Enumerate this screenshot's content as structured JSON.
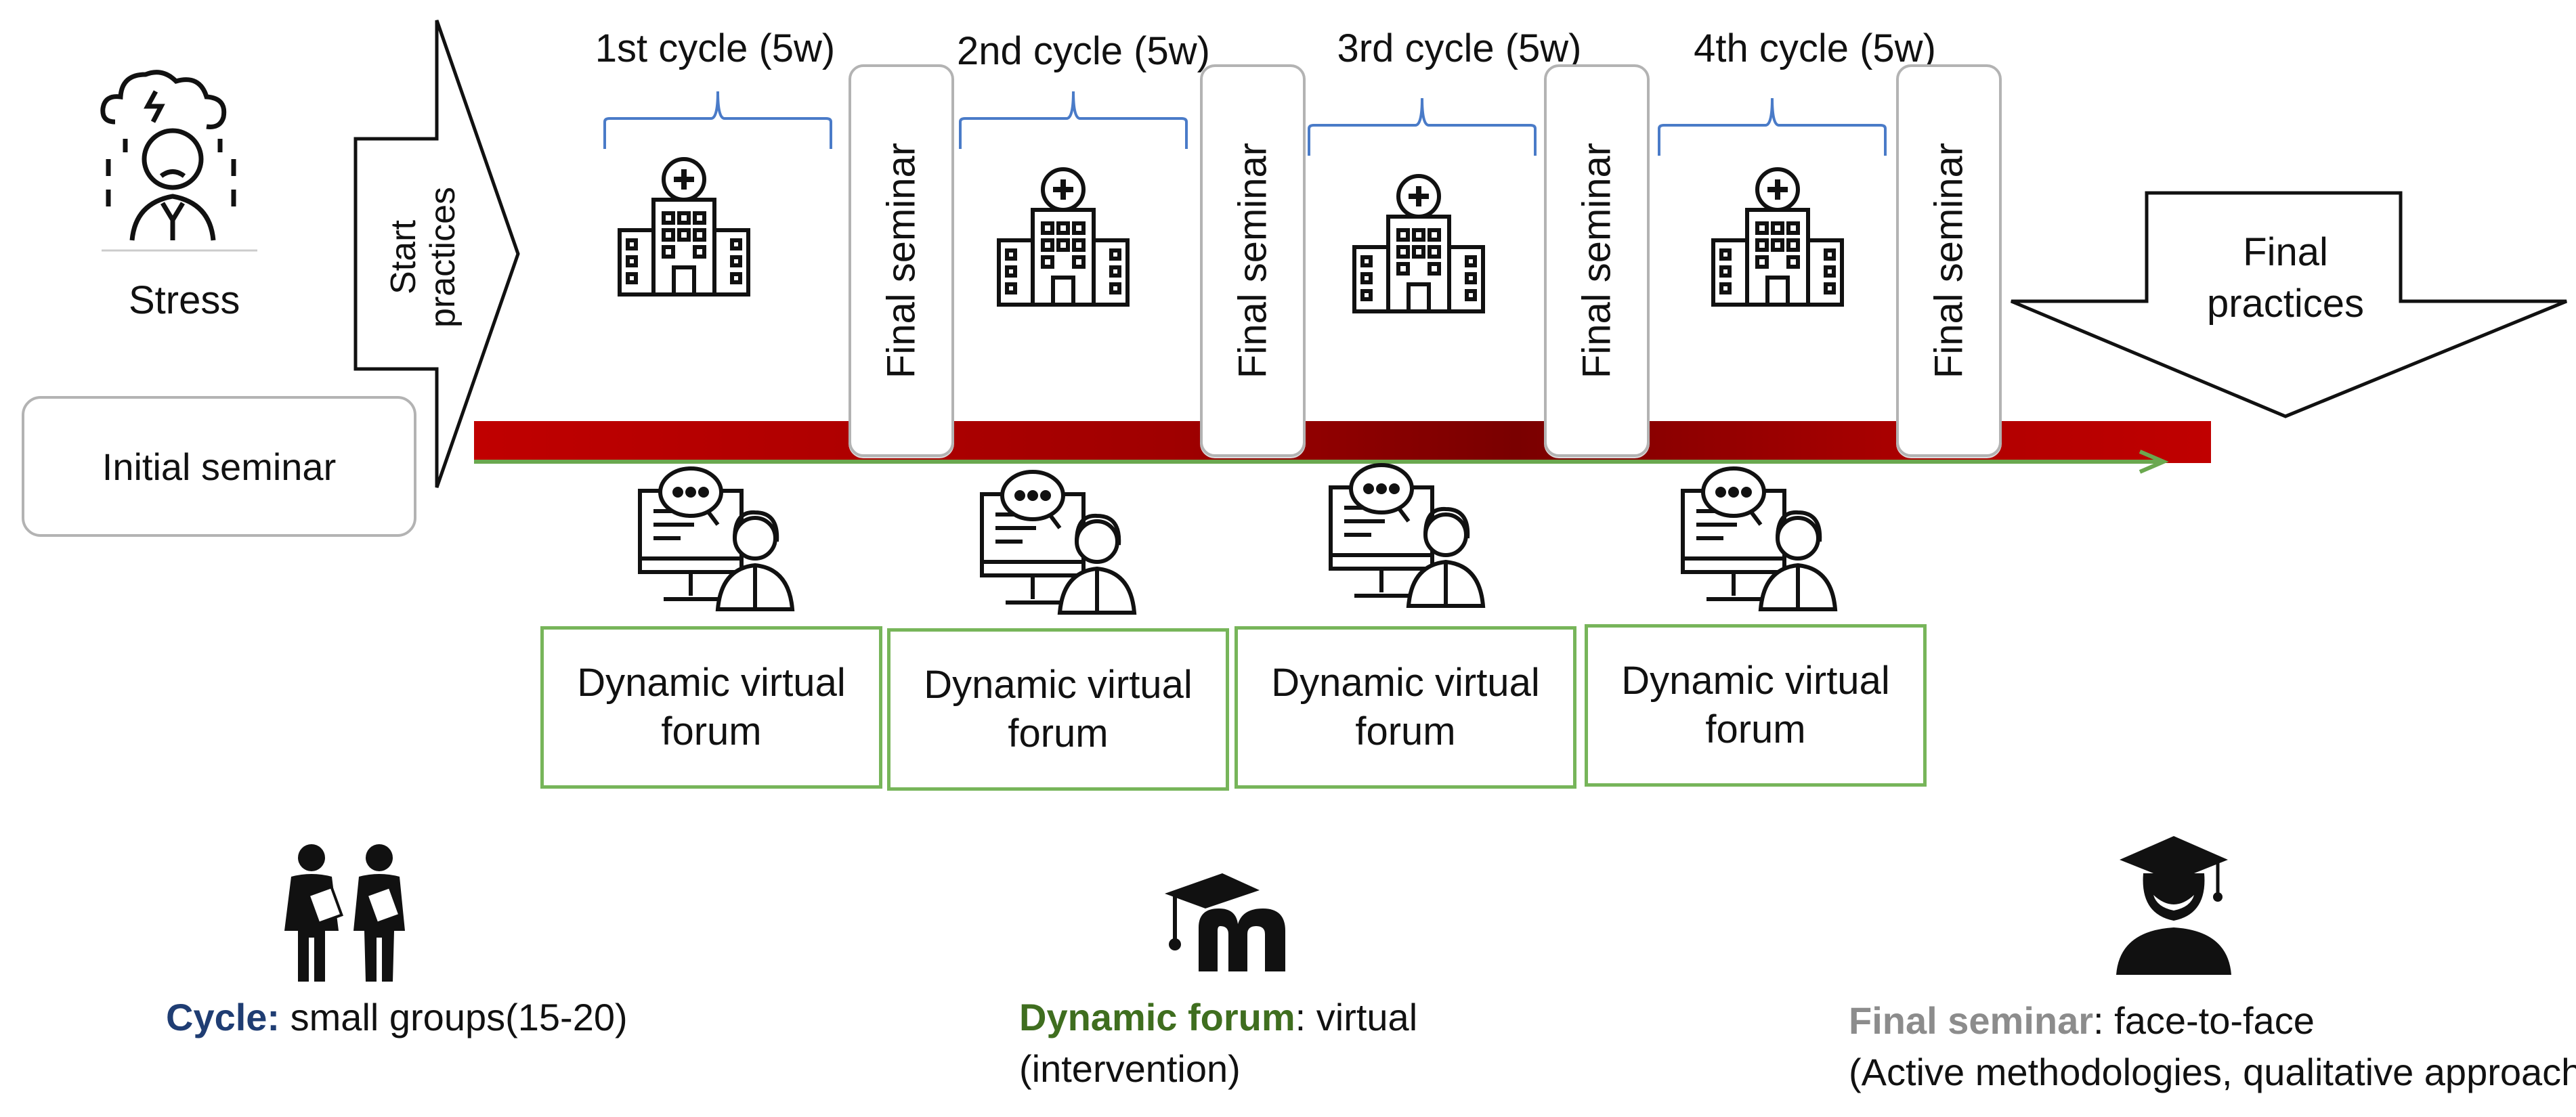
{
  "stress": {
    "label": "Stress"
  },
  "start_practices": {
    "line1": "Start",
    "line2": "practices"
  },
  "initial_seminar": {
    "label": "Initial seminar"
  },
  "cycles": [
    {
      "label": "1st cycle (5w)"
    },
    {
      "label": "2nd cycle (5w)"
    },
    {
      "label": "3rd cycle (5w)"
    },
    {
      "label": "4th cycle (5w)"
    }
  ],
  "final_seminars": [
    {
      "label": "Final seminar"
    },
    {
      "label": "Final seminar"
    },
    {
      "label": "Final seminar"
    },
    {
      "label": "Final seminar"
    }
  ],
  "forums": [
    {
      "line1": "Dynamic virtual",
      "line2": "forum"
    },
    {
      "line1": "Dynamic virtual",
      "line2": "forum"
    },
    {
      "line1": "Dynamic virtual",
      "line2": "forum"
    },
    {
      "line1": "Dynamic virtual",
      "line2": "forum"
    }
  ],
  "final_practices": {
    "line1": "Final",
    "line2": "practices"
  },
  "legend": {
    "cycle": {
      "term": "Cycle:",
      "desc": " small groups(15-20)"
    },
    "forum": {
      "term": "Dynamic forum",
      "sep": ":",
      "desc": " virtual",
      "line2": "(intervention)"
    },
    "seminar": {
      "term": "Final seminar",
      "sep": ":",
      "desc": " face-to-face",
      "line2": "(Active methodologies, qualitative approach)"
    }
  },
  "colors": {
    "timeline_bar": "#b00000",
    "timeline_arrow": "#6aa84f",
    "forum_border": "#77b55a",
    "brace": "#4a7bc8",
    "legend_cycle": "#1f3d73",
    "legend_forum": "#3f6e1f",
    "legend_seminar": "#8c8c8c"
  }
}
